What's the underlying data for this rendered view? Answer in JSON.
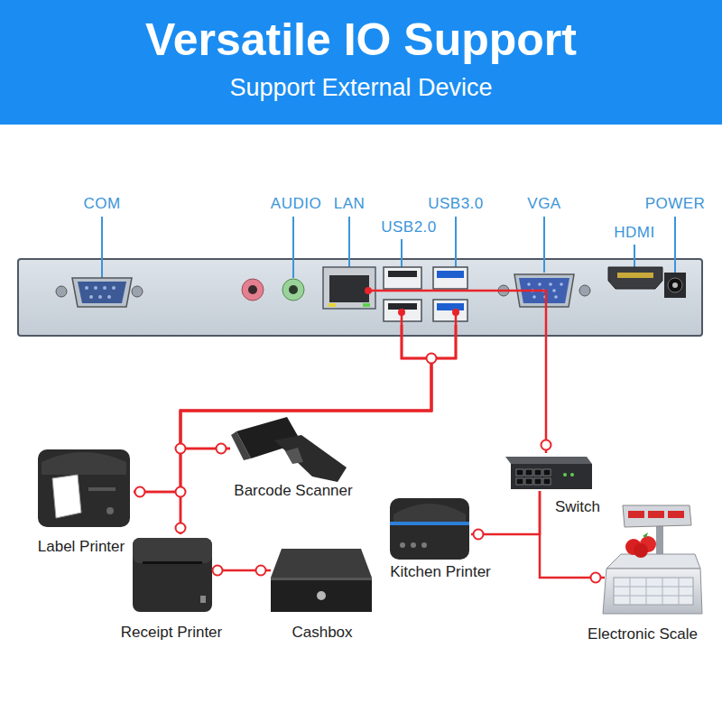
{
  "diagram": {
    "title": "Versatile IO Support",
    "nodes": [
      {
        "text": [
          "COM"
        ]
      },
      {
        "text": [
          "AUDIO"
        ]
      },
      {
        "text": [
          "LAN"
        ]
      },
      {
        "text": [
          "USB2.0"
        ]
      },
      {
        "text": [
          "USB3.0"
        ]
      },
      {
        "text": [
          "VGA"
        ]
      },
      {
        "text": [
          "HDMI"
        ]
      },
      {
        "text": [
          "POWER"
        ]
      },
      {
        "text": [
          "Barcode Scanner"
        ]
      },
      {
        "text": [
          "Switch"
        ]
      },
      {
        "text": [
          "Label Printer"
        ]
      },
      {
        "text": [
          "Kitchen Printer"
        ]
      },
      {
        "text": [
          "Receipt Printer"
        ]
      },
      {
        "text": [
          "Cashbox"
        ]
      },
      {
        "text": [
          "Electronic Scale"
        ]
      }
    ],
    "edges": [
      {
        "from": 3,
        "to": 8,
        "arrow": "none"
      },
      {
        "from": 3,
        "to": 10,
        "arrow": "none"
      },
      {
        "from": 3,
        "to": 12,
        "arrow": "none"
      },
      {
        "from": 4,
        "to": 8,
        "arrow": "none"
      },
      {
        "from": 4,
        "to": 10,
        "arrow": "none"
      },
      {
        "from": 4,
        "to": 12,
        "arrow": "none"
      },
      {
        "from": 12,
        "to": 13,
        "arrow": "none"
      },
      {
        "from": 2,
        "to": 9,
        "arrow": "none"
      },
      {
        "from": 9,
        "to": 11,
        "arrow": "none"
      },
      {
        "from": 9,
        "to": 14,
        "arrow": "none"
      }
    ],
    "labels": [
      "Support External Device"
    ]
  }
}
